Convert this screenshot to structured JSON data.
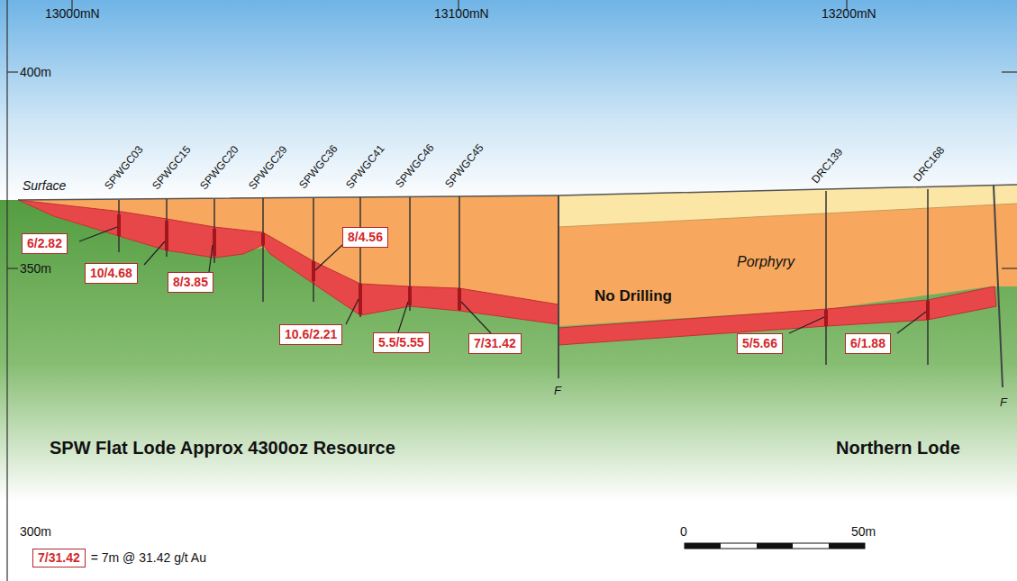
{
  "diagram": {
    "nodes": [
      {
        "text": [
          "6/2.82"
        ]
      },
      {
        "text": [
          "10/4.68"
        ]
      },
      {
        "text": [
          "8/3.85"
        ]
      },
      {
        "text": [
          "8/4.56"
        ]
      },
      {
        "text": [
          "10.6/2.21"
        ]
      },
      {
        "text": [
          "5.5/5.55"
        ]
      },
      {
        "text": [
          "7/31.42"
        ]
      },
      {
        "text": [
          "5/5.66"
        ]
      },
      {
        "text": [
          "6/1.88"
        ]
      }
    ],
    "labels": [
      "13000mN",
      "13100mN",
      "13200mN",
      "400m",
      "350m",
      "300m",
      "Surface",
      "SPWGC03",
      "SPWGC15",
      "SPWGC20",
      "SPWGC29",
      "SPWGC36",
      "SPWGC41",
      "SPWGC46",
      "SPWGC45",
      "DRC139",
      "DRC168",
      "Porphyry",
      "No Drilling",
      "F",
      "F",
      "SPW Flat Lode Approx 4300oz Resource",
      "Northern Lode",
      "7/31.42",
      "0",
      "50m"
    ],
    "legend": [
      {
        "text": "= 7m @ 31.42 g/t Au"
      }
    ]
  }
}
